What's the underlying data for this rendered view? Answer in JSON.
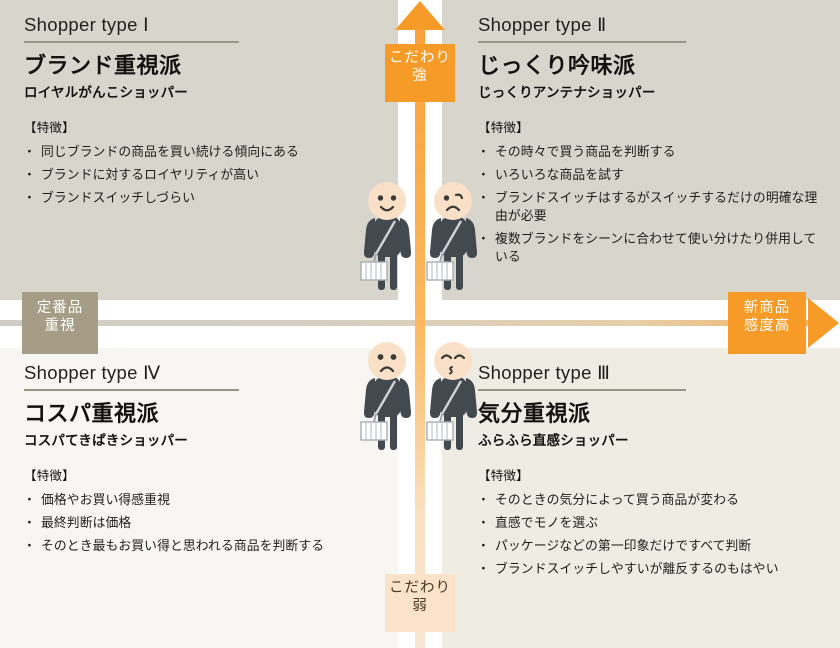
{
  "axis": {
    "vertical": {
      "top": {
        "line1": "こだわり",
        "line2": "強",
        "bg": "#f79b28",
        "fg": "#ffffff"
      },
      "bottom": {
        "line1": "こだわり",
        "line2": "弱",
        "bg": "#fae3c8",
        "fg": "#4a3726"
      }
    },
    "horizontal": {
      "left": {
        "line1": "定番品",
        "line2": "重視",
        "bg": "#a59d86",
        "fg": "#ffffff"
      },
      "right": {
        "line1": "新商品",
        "line2": "感度高",
        "bg": "#f79b28",
        "fg": "#ffffff"
      }
    }
  },
  "quadrants": [
    {
      "type_label": "Shopper type Ⅰ",
      "title": "ブランド重視派",
      "subtitle": "ロイヤルがんこショッパー",
      "feature_heading": "【特徴】",
      "features": [
        "同じブランドの商品を買い続ける傾向にある",
        "ブランドに対するロイヤリティが高い",
        "ブランドスイッチしづらい"
      ],
      "bg": "#d8d5cd"
    },
    {
      "type_label": "Shopper type Ⅱ",
      "title": "じっくり吟味派",
      "subtitle": "じっくりアンテナショッパー",
      "feature_heading": "【特徴】",
      "features": [
        "その時々で買う商品を判断する",
        "いろいろな商品を試す",
        "ブランドスイッチはするがスイッチするだけの明確な理由が必要",
        "複数ブランドをシーンに合わせて使い分けたり併用している"
      ],
      "bg": "#d8d5cd"
    },
    {
      "type_label": "Shopper type Ⅲ",
      "title": "気分重視派",
      "subtitle": "ふらふら直感ショッパー",
      "feature_heading": "【特徴】",
      "features": [
        "そのときの気分によって買う商品が変わる",
        "直感でモノを選ぶ",
        "パッケージなどの第一印象だけですべて判断",
        "ブランドスイッチしやすいが離反するのもはやい"
      ],
      "bg": "#efece4"
    },
    {
      "type_label": "Shopper type Ⅳ",
      "title": "コスパ重視派",
      "subtitle": "コスパてきぱきショッパー",
      "feature_heading": "【特徴】",
      "features": [
        "価格やお買い得感重視",
        "最終判断は価格",
        "そのとき最もお買い得と思われる商品を判断する"
      ],
      "bg": "#f7f6f3"
    }
  ],
  "figures": [
    {
      "position": "top-left",
      "expression": "smiling",
      "accessory": "shopping-basket"
    },
    {
      "position": "top-right",
      "expression": "frowning",
      "accessory": "shopping-basket"
    },
    {
      "position": "bottom-left",
      "expression": "sad",
      "accessory": "shopping-basket"
    },
    {
      "position": "bottom-right",
      "expression": "whistling",
      "accessory": "shopping-basket"
    }
  ],
  "colors": {
    "accent_orange": "#f79b28",
    "axis_khaki": "#a59d86",
    "body_dark": "#201d19",
    "figure_body": "#42494f",
    "figure_skin": "#fbe0c8"
  }
}
